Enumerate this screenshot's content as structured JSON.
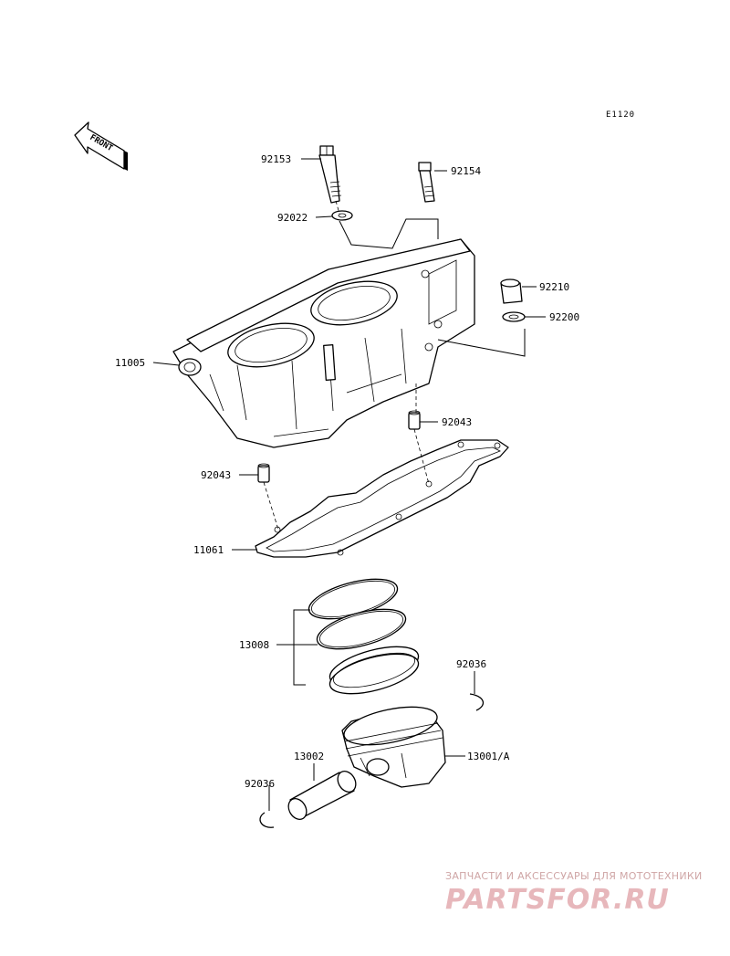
{
  "diagram": {
    "code": "E1120",
    "front_label": "FRONT",
    "parts": {
      "p92153": "92153",
      "p92154": "92154",
      "p92022": "92022",
      "p92210": "92210",
      "p92200": "92200",
      "p11005": "11005",
      "p92043_right": "92043",
      "p92043_left": "92043",
      "p11061": "11061",
      "p13008": "13008",
      "p92036_right": "92036",
      "p13001a": "13001/A",
      "p13002": "13002",
      "p92036_left": "92036"
    }
  },
  "watermark": {
    "line1": "ЗАПЧАСТИ И АКСЕССУАРЫ ДЛЯ МОТОТЕХНИКИ",
    "line2": "PARTSFOR.RU"
  },
  "colors": {
    "ink": "#000000",
    "watermark": "#e7b7bb"
  }
}
